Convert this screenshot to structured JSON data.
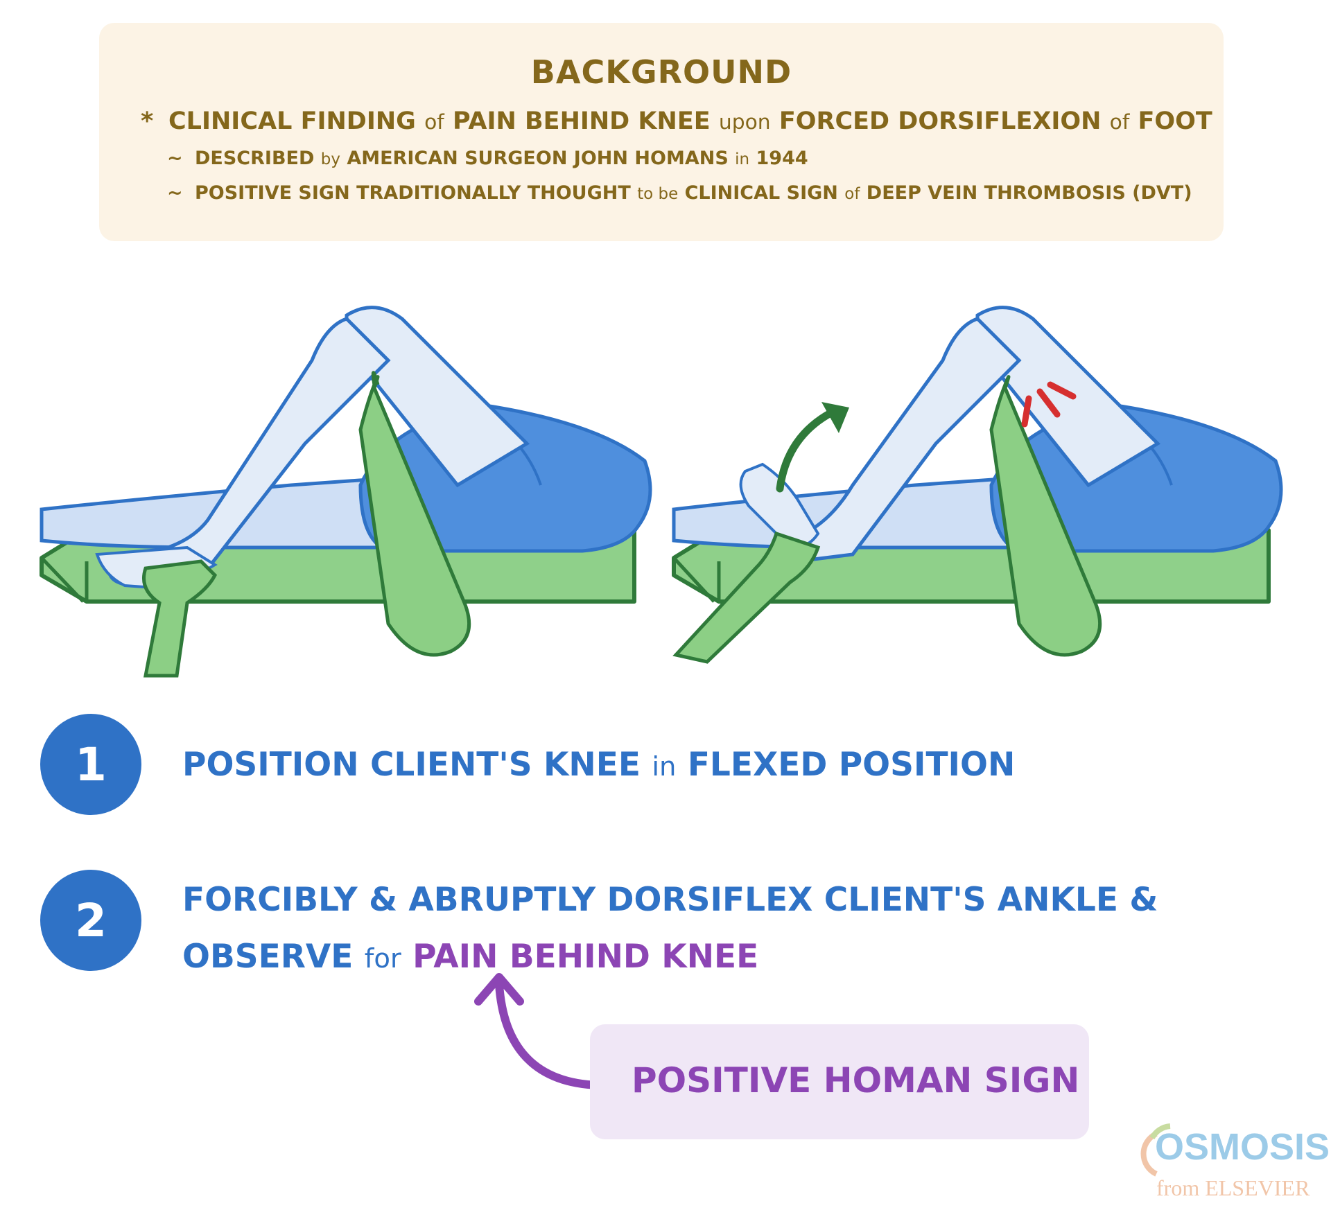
{
  "background": {
    "title": "BACKGROUND",
    "bullet_marker": "*",
    "bullet": {
      "p1": "CLINICAL FINDING",
      "p2": "of",
      "p3": "PAIN BEHIND KNEE",
      "p4": "upon",
      "p5": "FORCED DORSIFLEXION",
      "p6": "of",
      "p7": "FOOT"
    },
    "sub_marker": "~",
    "sub1": {
      "p1": "DESCRIBED",
      "p2": "by",
      "p3": "AMERICAN SURGEON JOHN HOMANS",
      "p4": "in",
      "p5": "1944"
    },
    "sub2": {
      "p1": "POSITIVE SIGN TRADITIONALLY THOUGHT",
      "p2": "to be",
      "p3": "CLINICAL SIGN",
      "p4": "of",
      "p5": "DEEP VEIN THROMBOSIS (DVT)"
    }
  },
  "steps": [
    {
      "number": "1",
      "p1": "POSITION CLIENT'S KNEE",
      "p2": "in",
      "p3": "FLEXED POSITION"
    },
    {
      "number": "2",
      "line1": "FORCIBLY & ABRUPTLY DORSIFLEX CLIENT'S ANKLE &",
      "p1": "OBSERVE",
      "p2": "for",
      "highlight": "PAIN BEHIND KNEE"
    }
  ],
  "callout": {
    "label": "POSITIVE HOMAN SIGN"
  },
  "logo": {
    "name": "OSMOSIS",
    "sub": "from ELSEVIER"
  },
  "colors": {
    "background_text": "#84671b",
    "background_box": "#fcf3e5",
    "step_blue": "#2f72c6",
    "highlight_purple": "#8c45b4",
    "callout_box": "#f0e7f6",
    "table_green": "#8fd08a",
    "hand_green": "#8ccf85",
    "leg_blue_light": "#e3ecf8",
    "shorts_blue": "#4f8fdd",
    "arrow_green": "#2f7a3a",
    "pain_red": "#d62f2f"
  }
}
